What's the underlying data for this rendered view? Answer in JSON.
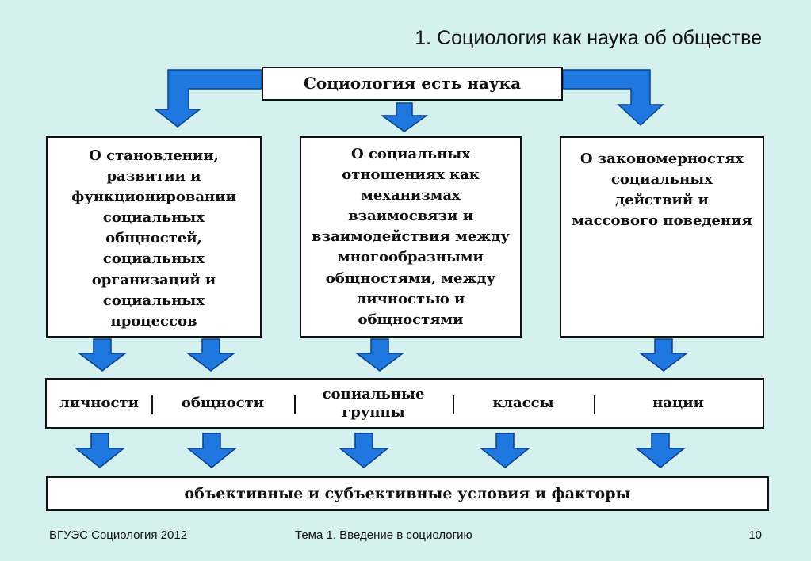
{
  "slide": {
    "title": "1. Социология как наука об обществе",
    "accent_color": "#1f78e0",
    "background_color": "#d4f1ef"
  },
  "diagram": {
    "top": "Социология есть наука",
    "branches": [
      "О становлении, развитии и функционировании социальных общностей, социальных организаций и социальных процессов",
      "О социальных отношениях как механизмах взаимосвязи и взаимодействия между многообразными общностями, между личностью и общностями",
      "О закономерностях социальных действий и массового поведения"
    ],
    "row": [
      "личности",
      "общности",
      "социальные группы",
      "классы",
      "нации"
    ],
    "bottom": "объективные и субъективные условия и факторы"
  },
  "footer": {
    "left": "ВГУЭС Социология 2012",
    "center": "Тема 1. Введение в социологию",
    "page": "10"
  }
}
